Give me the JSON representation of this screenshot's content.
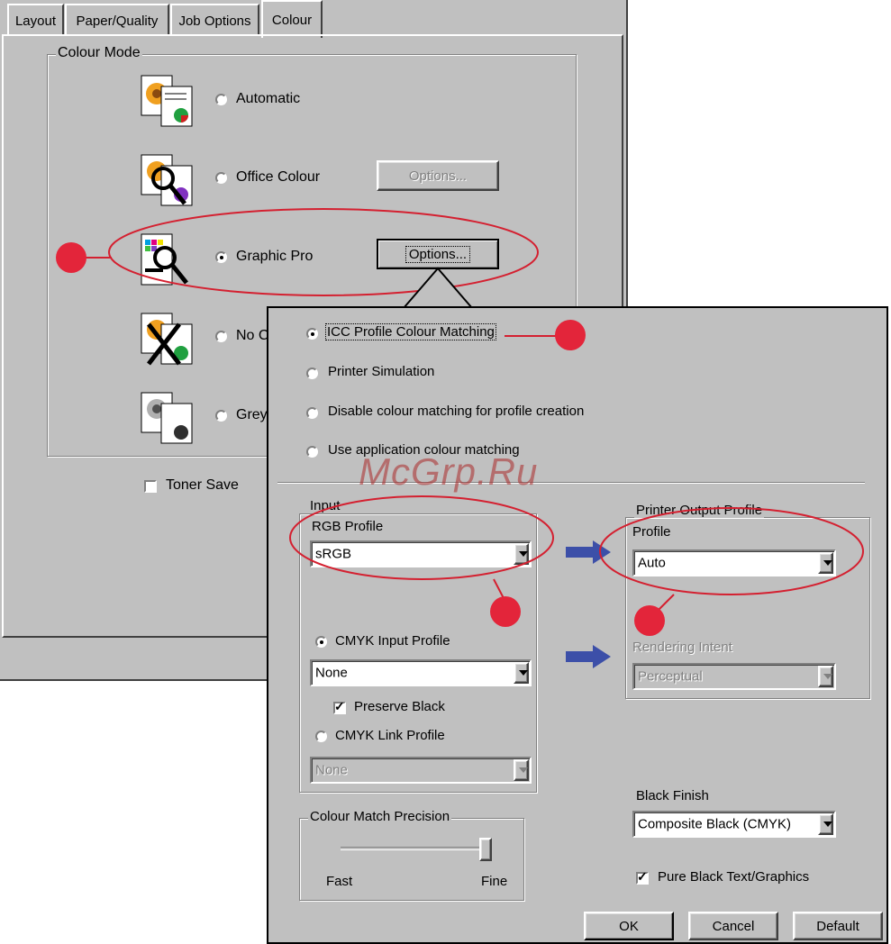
{
  "tabs": [
    {
      "label": "Layout"
    },
    {
      "label": "Paper/Quality"
    },
    {
      "label": "Job Options"
    },
    {
      "label": "Colour"
    }
  ],
  "colour_mode": {
    "legend": "Colour Mode",
    "options": [
      {
        "label": "Automatic",
        "selected": false
      },
      {
        "label": "Office Colour",
        "selected": false,
        "button": "Options..."
      },
      {
        "label": "Graphic Pro",
        "selected": true,
        "button": "Options..."
      },
      {
        "label": "No C",
        "selected": false
      },
      {
        "label": "Grey",
        "selected": false
      }
    ]
  },
  "toner_save": {
    "label": "Toner Save",
    "checked": false
  },
  "dialog": {
    "matching": [
      {
        "label": "ICC Profile Colour Matching",
        "selected": true
      },
      {
        "label": "Printer Simulation",
        "selected": false
      },
      {
        "label": "Disable colour matching for profile creation",
        "selected": false
      },
      {
        "label": "Use application colour matching",
        "selected": false
      }
    ],
    "input": {
      "legend": "Input",
      "rgb_label": "RGB Profile",
      "rgb_value": "sRGB",
      "cmyk_input_label": "CMYK Input Profile",
      "cmyk_input_value": "None",
      "preserve_black_label": "Preserve Black",
      "cmyk_link_label": "CMYK Link Profile",
      "cmyk_link_value": "None"
    },
    "output": {
      "legend": "Printer Output Profile",
      "profile_label": "Profile",
      "profile_value": "Auto",
      "intent_label": "Rendering Intent",
      "intent_value": "Perceptual"
    },
    "precision": {
      "legend": "Colour Match Precision",
      "min_label": "Fast",
      "max_label": "Fine",
      "level": 1.0
    },
    "black_finish": {
      "label": "Black Finish",
      "value": "Composite Black (CMYK)"
    },
    "pure_black": {
      "label": "Pure Black Text/Graphics",
      "checked": true
    },
    "buttons": {
      "ok": "OK",
      "cancel": "Cancel",
      "default": "Default"
    }
  },
  "watermark": "McGrp.Ru",
  "colors": {
    "annotation_red": "#e3253a",
    "arrow_blue": "#3c4fa8",
    "dialog_bg": "#c0c0c0"
  }
}
